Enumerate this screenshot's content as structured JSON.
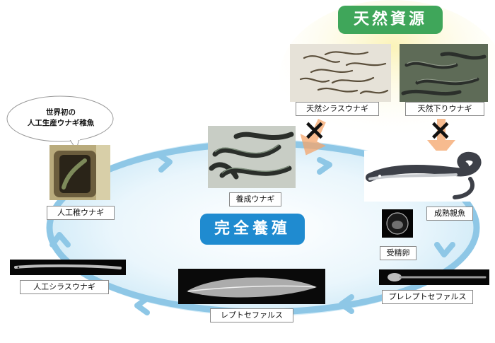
{
  "natural_resources": {
    "title": "天然資源",
    "glass_eel_label": "天然シラスウナギ",
    "silver_eel_label": "天然下りウナギ",
    "x_mark": "×"
  },
  "cycle": {
    "title": "完全養殖",
    "farmed_eel": "養成ウナギ",
    "mature_parent": "成熟親魚",
    "fertilized_egg": "受精卵",
    "pre_leptocephalus": "プレレプトセファルス",
    "leptocephalus": "レプトセファルス",
    "artificial_glass_eel": "人工シラスウナギ",
    "artificial_juvenile": "人工稚ウナギ"
  },
  "callout": {
    "line1": "世界初の",
    "line2": "人工生産ウナギ稚魚"
  },
  "colors": {
    "ring": "#8ec7e6",
    "ring_glow": "#d7eef9",
    "badge_green": "#3fa65a",
    "badge_blue": "#1f8bd0",
    "highlight_yellow": "#fbf6c9",
    "arrow_orange": "#f4a46a"
  }
}
